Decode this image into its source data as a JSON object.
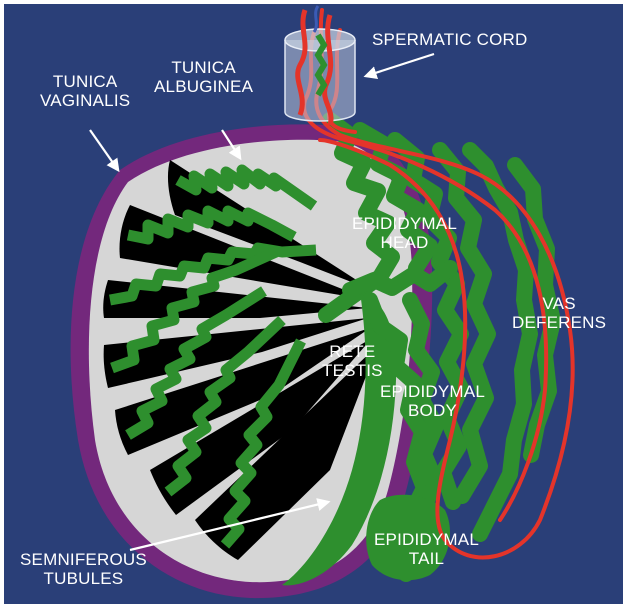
{
  "colors": {
    "background": "#2a3f78",
    "tunica_vaginalis": "#73287c",
    "tunica_albuginea": "#d6d6d6",
    "tubule_lumen": "#000000",
    "tubule": "#2e8f2e",
    "blood_vessel": "#e4342a",
    "label_text": "#ffffff"
  },
  "labels": {
    "spermatic_cord": "SPERMATIC CORD",
    "tunica_vaginalis": [
      "TUNICA",
      "VAGINALIS"
    ],
    "tunica_albuginea": [
      "TUNICA",
      "ALBUGINEA"
    ],
    "epididymal_head": [
      "EPIDIDYMAL",
      "HEAD"
    ],
    "vas_deferens": [
      "VAS",
      "DEFERENS"
    ],
    "rete_testis": [
      "RETE",
      "TESTIS"
    ],
    "epididymal_body": [
      "EPIDIDYMAL",
      "BODY"
    ],
    "epididymal_tail": [
      "EPIDIDYMAL",
      "TAIL"
    ],
    "semniferous_tubules": [
      "SEMNIFEROUS",
      "TUBULES"
    ]
  },
  "icons": [
    "pointer-arrow",
    "cord-cylinder"
  ]
}
